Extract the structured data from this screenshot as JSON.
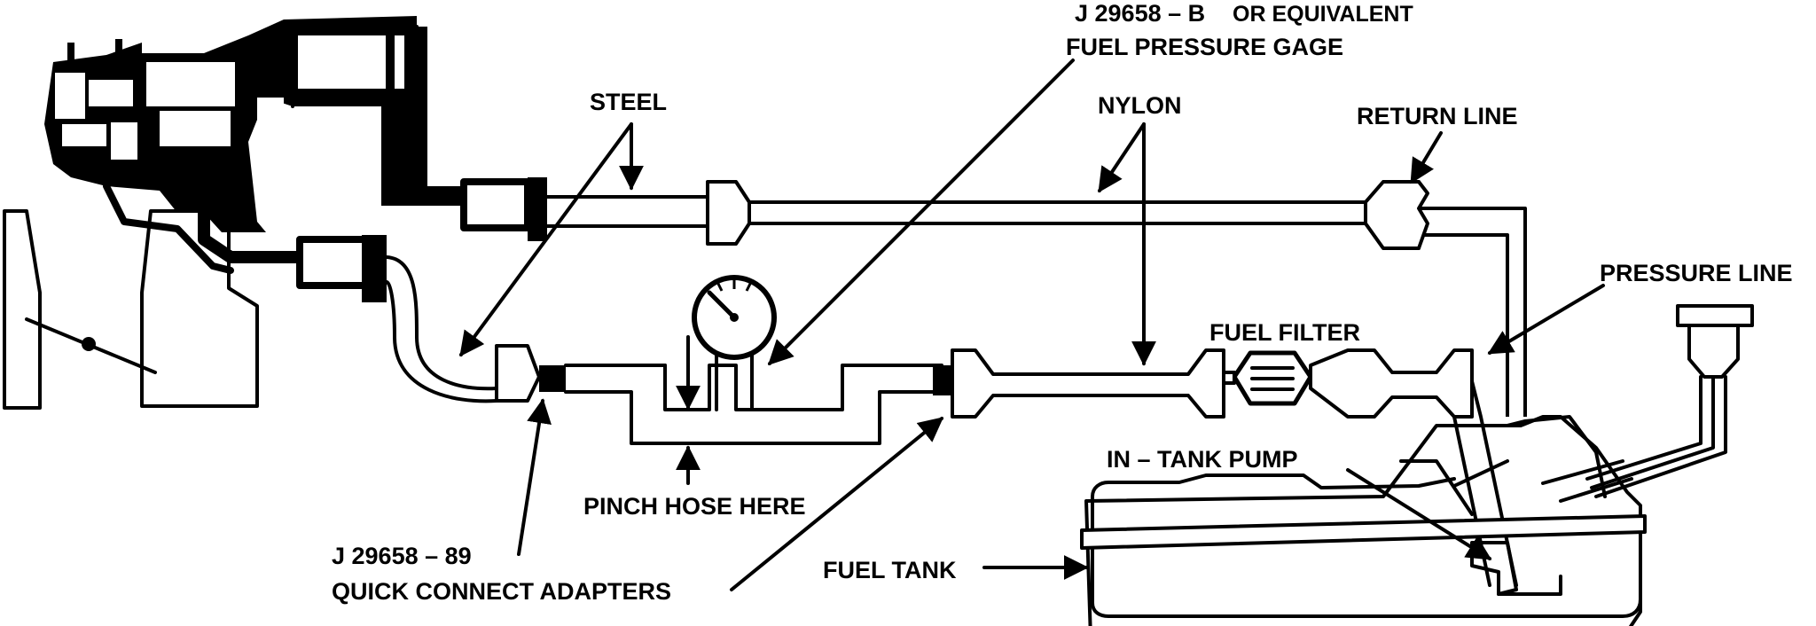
{
  "labels": {
    "gage_part": "J 29658 – B",
    "gage_equiv": "OR EQUIVALENT",
    "gage_name": "FUEL PRESSURE GAGE",
    "steel": "STEEL",
    "nylon": "NYLON",
    "return_line": "RETURN LINE",
    "pressure_line": "PRESSURE LINE",
    "fuel_filter": "FUEL FILTER",
    "in_tank_pump": "IN – TANK PUMP",
    "pinch_hose": "PINCH HOSE HERE",
    "adapter_part": "J 29658 – 89",
    "adapter_name": "QUICK CONNECT ADAPTERS",
    "fuel_tank": "FUEL TANK"
  },
  "colors": {
    "ink": "#000000",
    "paper": "#ffffff"
  }
}
